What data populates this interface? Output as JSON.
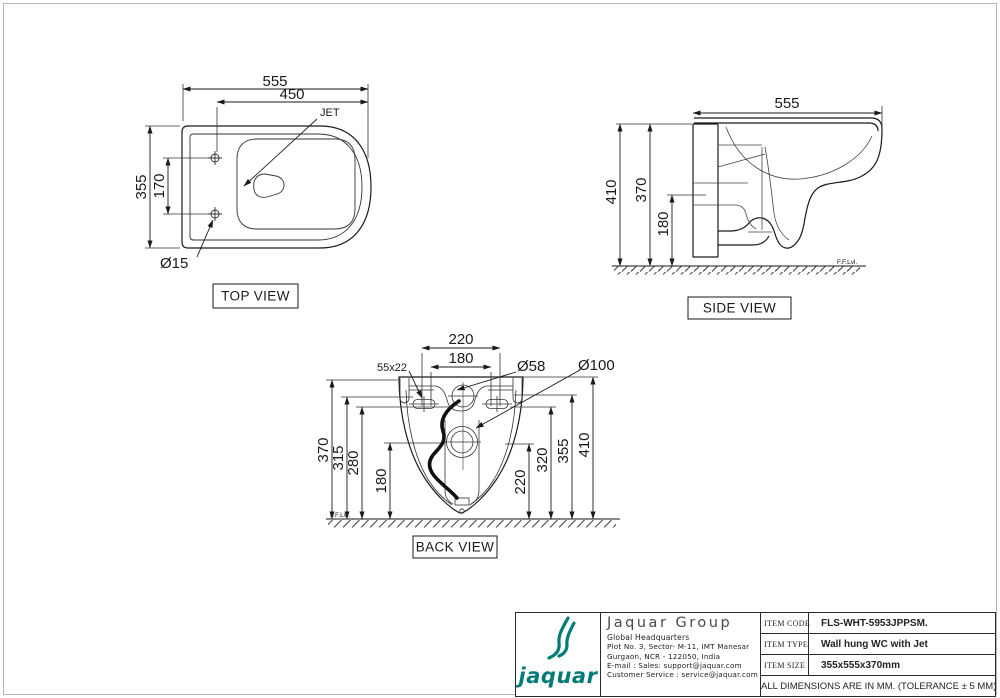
{
  "views": {
    "top": {
      "label": "TOP VIEW",
      "dim_width": "555",
      "dim_seat": "450",
      "dim_depth": "355",
      "dim_holes": "170",
      "hole_dia": "Ø15",
      "jet": "JET"
    },
    "side": {
      "label": "SIDE VIEW",
      "dim_depth": "555",
      "dim_height": "410",
      "dim_bowl": "370",
      "dim_outlet": "180",
      "floor": "F.F.Lvl."
    },
    "back": {
      "label": "BACK VIEW",
      "dim_span_outer": "220",
      "dim_span_inner": "180",
      "slot": "55x22",
      "inlet_dia": "Ø58",
      "outlet_dia": "Ø100",
      "left_dims": [
        "370",
        "315",
        "280",
        "180"
      ],
      "right_dims": [
        "220",
        "320",
        "355",
        "410"
      ],
      "floor": "F.F.Lvl."
    }
  },
  "title_block": {
    "brand": {
      "wordmark": "jaquar",
      "color": "#007b78"
    },
    "company": "Jaquar Group",
    "address": [
      "Global Headquarters",
      "Plot No. 3, Sector- M-11, IMT Manesar",
      "Gurgaon, NCR - 122050, India",
      "E-mail : Sales: support@jaquar.com",
      "Customer Service : service@jaquar.com"
    ],
    "items": [
      {
        "label": "ITEM CODE",
        "value": "FLS-WHT-5953JPPSM."
      },
      {
        "label": "ITEM TYPE",
        "value": "Wall hung WC with Jet"
      },
      {
        "label": "ITEM SIZE",
        "value": "355x555x370mm"
      }
    ],
    "note": "ALL DIMENSIONS ARE IN MM. (TOLERANCE ± 5 MM)"
  }
}
